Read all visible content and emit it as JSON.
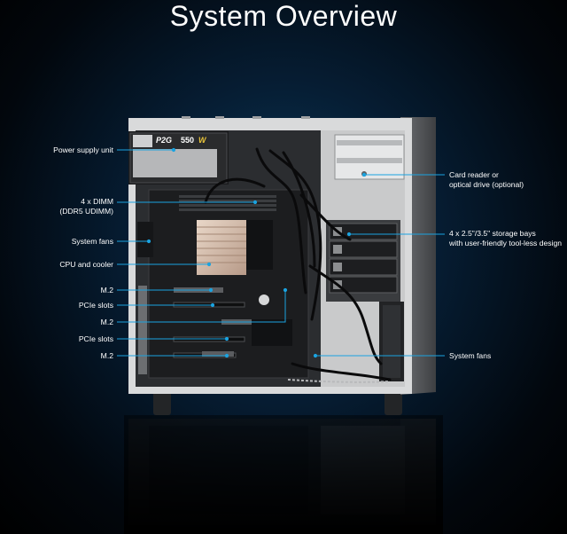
{
  "page": {
    "title": "System Overview"
  },
  "labels_left": [
    {
      "key": "psu",
      "line1": "Power supply unit",
      "line2": ""
    },
    {
      "key": "dimm",
      "line1": "4 x DIMM",
      "line2": "(DDR5 UDIMM)"
    },
    {
      "key": "fans",
      "line1": "System fans",
      "line2": ""
    },
    {
      "key": "cpu",
      "line1": "CPU and cooler",
      "line2": ""
    },
    {
      "key": "m2a",
      "line1": "M.2",
      "line2": ""
    },
    {
      "key": "pcie1",
      "line1": "PCIe slots",
      "line2": ""
    },
    {
      "key": "m2b",
      "line1": "M.2",
      "line2": ""
    },
    {
      "key": "pcie2",
      "line1": "PCIe slots",
      "line2": ""
    },
    {
      "key": "m2c",
      "line1": "M.2",
      "line2": ""
    }
  ],
  "labels_right": [
    {
      "key": "card",
      "line1": "Card reader or",
      "line2": "optical drive (optional)"
    },
    {
      "key": "bays",
      "line1": "4 x 2.5\"/3.5\" storage bays",
      "line2": "with user-friendly tool-less design"
    },
    {
      "key": "fans_r",
      "line1": "System fans",
      "line2": ""
    }
  ],
  "product": {
    "psu_badge_text": "P2G",
    "psu_watt_text": "550"
  },
  "colors": {
    "callout": "#1aa3e0",
    "chassis": "#d9dadb",
    "board": "#1c1d1f"
  }
}
